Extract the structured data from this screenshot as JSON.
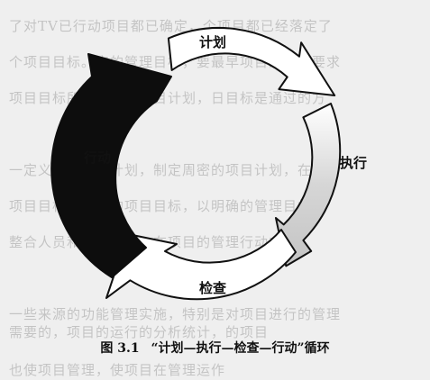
{
  "figure": {
    "stages": {
      "plan": "计划",
      "do": "执行",
      "check": "检查",
      "act": "行动"
    },
    "caption_number": "图 3.1",
    "caption_text": "“计划—执行—检查—行动”循环"
  },
  "background_text": [
    "了对TV已行动项目都已确定，个项目都已经落定了",
    "个项目目标。它的管理目标，要最早项目的管理要求",
    "项目目标所需。目标项目计划，日目标是通过的方",
    "",
    "一定义和组织有计划，制定周密的项目计划，在项目",
    "项目目标的具体的项目目标，以明确的管理目标",
    "整合人员和检查监督，在项目的管理行动方面",
    "",
    "一些来源的功能管理实施，特别是对项目进行的管理",
    "需要的，项目的运行的分析统计，的项目",
    "也使项目管理，使项目在管理运作"
  ]
}
